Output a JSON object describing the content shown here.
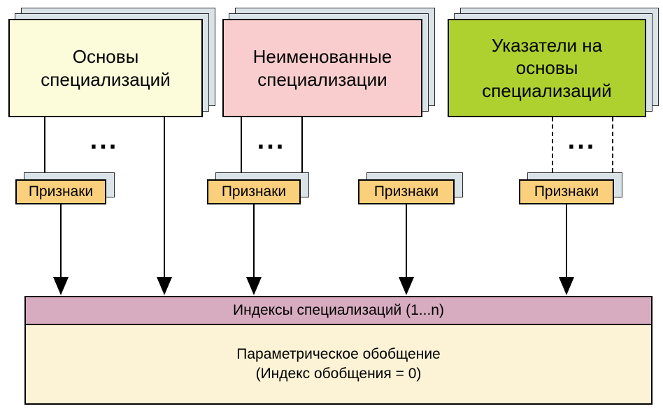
{
  "diagram": {
    "top_boxes": [
      {
        "label": "Основы\nспециализаций",
        "fill": "#fcfcda"
      },
      {
        "label": "Неименованные\nспециализации",
        "fill": "#f9cdcd"
      },
      {
        "label": "Указатели на\nосновы\nспециализаций",
        "fill": "#aed130"
      }
    ],
    "ellipsis": "...",
    "features_label": "Признаки",
    "features_fill": "#fbd07d",
    "index_bar": {
      "label": "Индексы специализаций (1...n)",
      "fill": "#d7acc0"
    },
    "generalization": {
      "label": "Параметрическое обобщение\n(Индекс обобщения = 0)",
      "fill": "#fcf2d5"
    },
    "colors": {
      "stack_fill": "#dae3e8",
      "line": "#000000"
    }
  }
}
